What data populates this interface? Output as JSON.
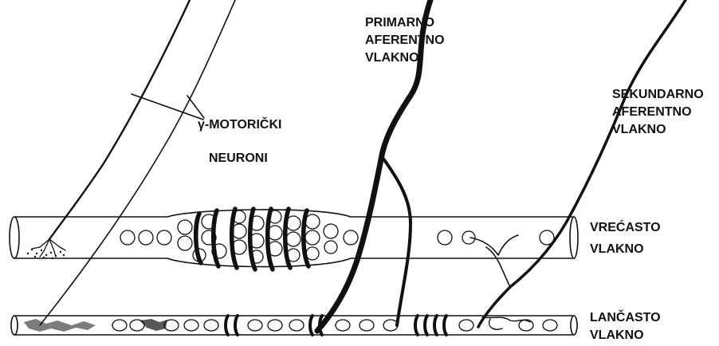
{
  "labels": {
    "gamma_motor": "γ-MOTORIČKI",
    "neurons": "NEURONI",
    "primary": [
      "PRIMARNO",
      "AFERENTNO",
      "VLAKNO"
    ],
    "secondary": [
      "SEKUNDARNO",
      "AFERENTNO",
      "VLAKNO"
    ],
    "bag_fiber": [
      "VREĆASTO",
      "VLAKNO"
    ],
    "chain_fiber": [
      "LANČASTO",
      "VLAKNO"
    ]
  },
  "colors": {
    "ink": "#111111",
    "background": "#ffffff"
  }
}
